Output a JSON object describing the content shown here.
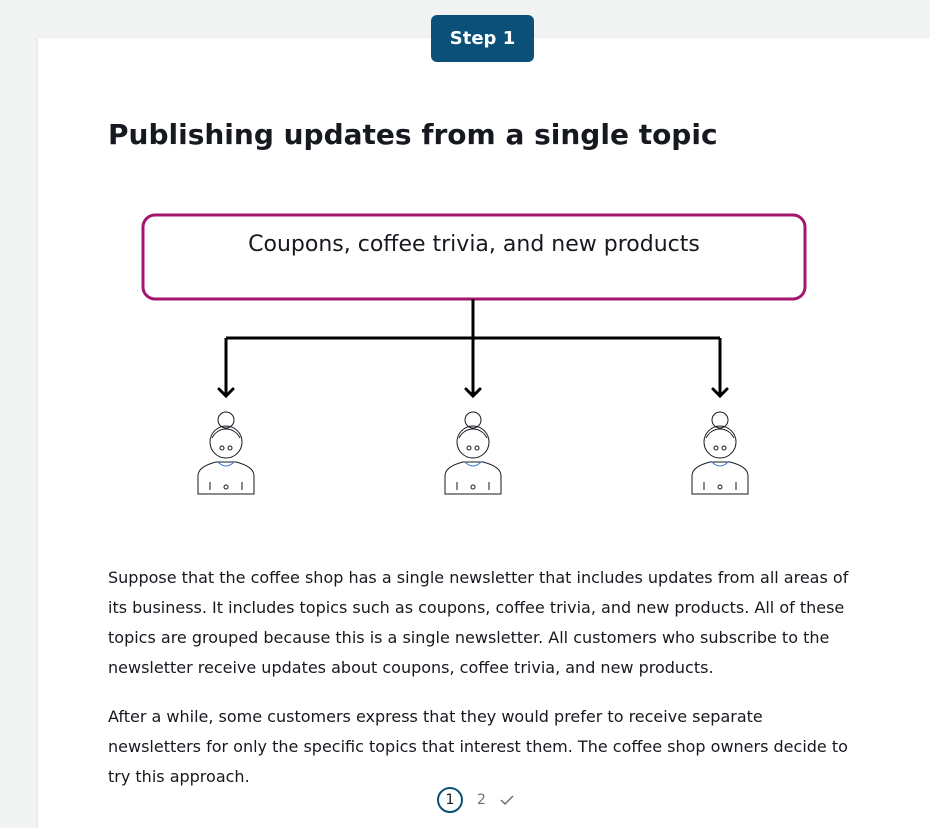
{
  "step_badge": "Step 1",
  "title": "Publishing updates from a single topic",
  "diagram": {
    "topic_label": "Coupons, coffee trivia, and new products",
    "subscriber_count": 3,
    "topic_border_color": "#a4166e"
  },
  "paragraphs": [
    "Suppose that the coffee shop has a single newsletter that includes updates from all areas of its business. It includes topics such as coupons, coffee trivia, and new products. All of these topics are grouped because this is a single newsletter. All customers who subscribe to the newsletter receive updates about coupons, coffee trivia, and new products.",
    "After a while, some customers express that they would prefer to receive separate newsletters for only the specific topics that interest them. The coffee shop owners decide to try this approach."
  ],
  "pagination": {
    "current": "1",
    "next": "2",
    "done_icon": "check-icon"
  },
  "colors": {
    "badge_bg": "#0b5078",
    "background": "#f2f3f3",
    "accent_blue": "#3a7bd5"
  }
}
